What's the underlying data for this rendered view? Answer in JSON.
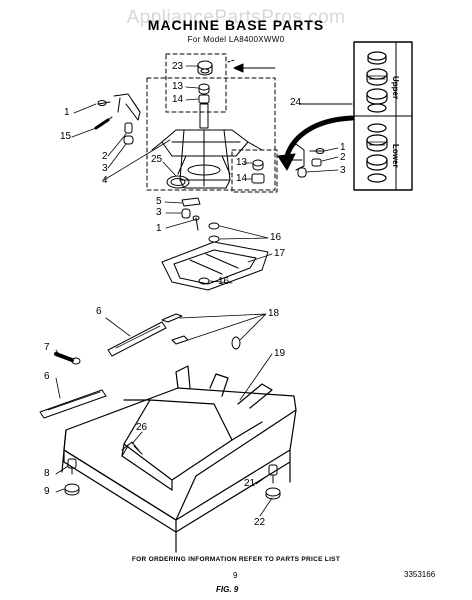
{
  "header": {
    "watermark": "AppliancePartsPros.com",
    "title": "MACHINE BASE PARTS",
    "model": "For Model LA8400XWW0"
  },
  "callouts": {
    "c23": "23",
    "c13a": "13",
    "c14a": "14",
    "c24": "24",
    "c1a": "1",
    "c15": "15",
    "c2a": "2",
    "c3a": "3",
    "c4": "4",
    "c25": "25",
    "c13b": "13",
    "c14b": "14",
    "c1b": "1",
    "c2b": "2",
    "c3b": "3",
    "c5": "5",
    "c3c": "3",
    "c1c": "1",
    "c16a": "16",
    "c17": "17",
    "c16b": "16",
    "c6a": "6",
    "c18": "18",
    "c7": "7",
    "c6b": "6",
    "c19": "19",
    "c26": "26",
    "c8": "8",
    "c9": "9",
    "c21": "21",
    "c22": "22"
  },
  "inset": {
    "upper_label": "Upper",
    "lower_label": "Lower"
  },
  "footer": {
    "ordering_note": "FOR ORDERING INFORMATION REFER TO PARTS PRICE LIST",
    "page_number": "9",
    "figure_ref": "FIG. 9",
    "doc_number": "3353166"
  }
}
